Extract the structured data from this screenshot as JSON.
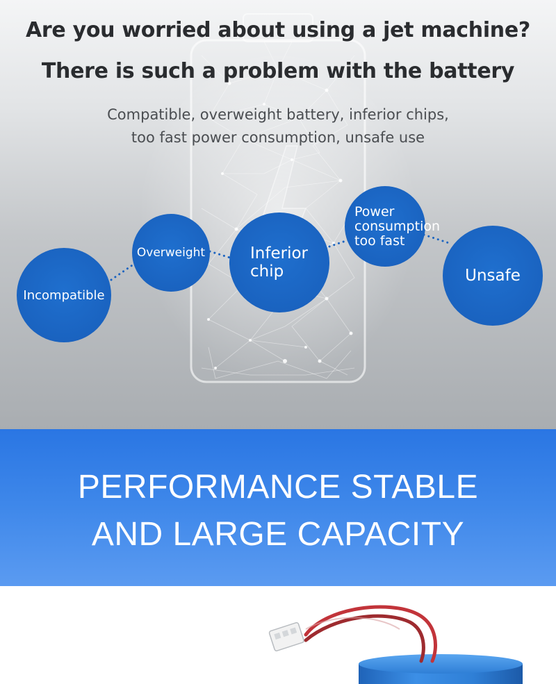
{
  "header": {
    "headline_1": "Are you worried about using a jet machine?",
    "headline_2": "There is such a problem with the battery",
    "subtext_1": "Compatible, overweight battery, inferior chips,",
    "subtext_2": "too fast power consumption, unsafe use"
  },
  "problems": {
    "incompatible": "Incompatible",
    "overweight": "Overweight",
    "inferior_chip": "Inferior\nchip",
    "power_consumption": "Power\nconsumption\ntoo fast",
    "unsafe": "Unsafe"
  },
  "banner": {
    "line_1": "PERFORMANCE STABLE",
    "line_2": "AND LARGE CAPACITY"
  },
  "colors": {
    "bubble": "#1a63c0",
    "banner_top": "#2a76e3",
    "banner_bottom": "#5b9bf1",
    "battery_cell": "#2f7fd6",
    "wire_red": "#c2343a"
  }
}
